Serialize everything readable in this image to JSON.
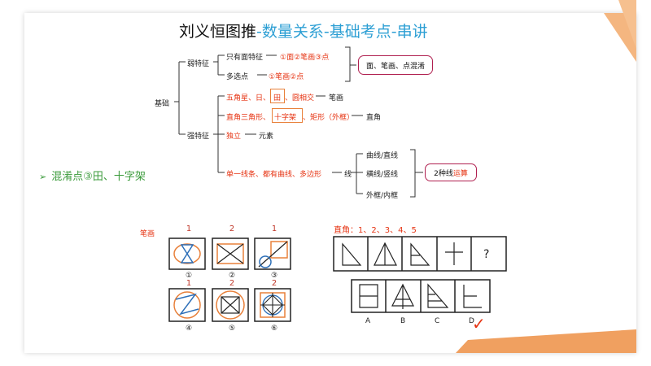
{
  "title": {
    "main": "刘义恒图推",
    "sub": "-数量关系-基础考点-串讲"
  },
  "tree": {
    "root": "基础",
    "weak": {
      "label": "弱特征",
      "items": [
        {
          "text": "只有面特征",
          "result": "①面②笔画③点"
        },
        {
          "text": "多选点",
          "result": "①笔画②点"
        }
      ],
      "summary": "面、笔画、点混淆"
    },
    "strong": {
      "label": "强特征",
      "row1": {
        "a": "五角星、日、",
        "b": "田",
        "c": "、圆相交",
        "result": "笔画"
      },
      "row2": {
        "a": "直角三角形、",
        "b": "十字架",
        "c": "、矩形（外框）",
        "result": "直角"
      },
      "row3": {
        "a": "独立",
        "result": "元素"
      },
      "row4": {
        "a": "单一线条、都有曲线、多边形",
        "mid": "线",
        "branches": [
          "曲线/直线",
          "横线/竖线",
          "外框/内框"
        ],
        "summary_a": "2种线",
        "summary_b": "运算"
      }
    }
  },
  "side_note": {
    "marker": "➢",
    "text": "混淆点③田、十字架"
  },
  "left_puzzle": {
    "label": "笔画",
    "top_counts": [
      "1",
      "2",
      "1"
    ],
    "bottom_counts": [
      "1",
      "2",
      "2"
    ],
    "indices_top": [
      "①",
      "②",
      "③"
    ],
    "indices_bottom": [
      "④",
      "⑤",
      "⑥"
    ]
  },
  "right_puzzle": {
    "label": "直角：1、2、3、4、5",
    "question": "?",
    "options": [
      "A",
      "B",
      "C",
      "D"
    ],
    "answer_mark": "✓"
  },
  "colors": {
    "accent_blue": "#2d9fd4",
    "red": "#e63312",
    "orange_box": "#e8803a",
    "pill_border": "#b02050",
    "green": "#3a9a3a"
  }
}
